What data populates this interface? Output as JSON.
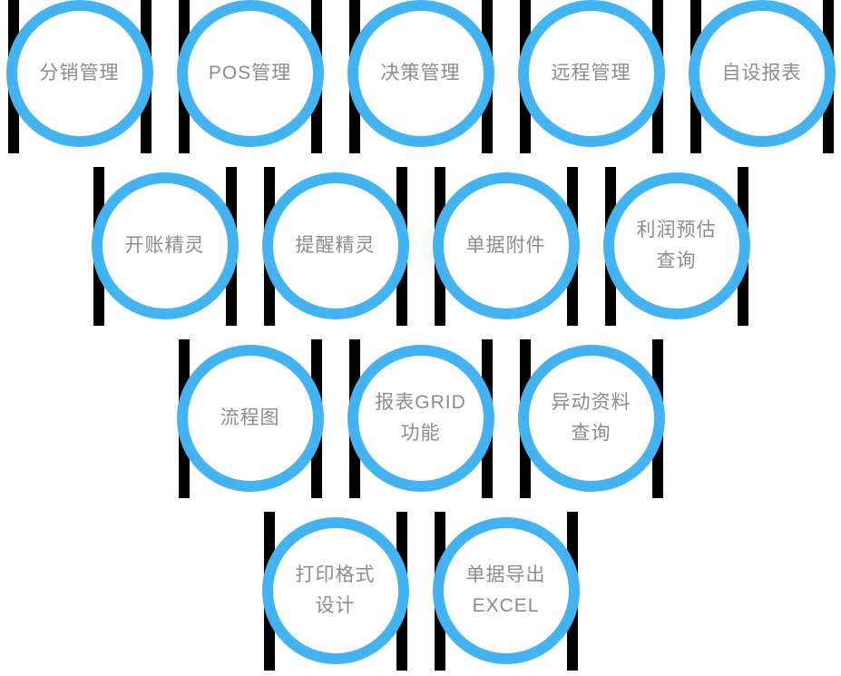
{
  "colors": {
    "ring": "#44b3f2",
    "bar": "#000000",
    "label": "#8c8c8c",
    "background": "#ffffff"
  },
  "rows": [
    {
      "items": [
        {
          "id": "distribution-management",
          "lines": [
            "分销管理"
          ]
        },
        {
          "id": "pos-management",
          "lines": [
            "POS管理"
          ]
        },
        {
          "id": "decision-management",
          "lines": [
            "决策管理"
          ]
        },
        {
          "id": "remote-management",
          "lines": [
            "远程管理"
          ]
        },
        {
          "id": "custom-reports",
          "lines": [
            "自设报表"
          ]
        }
      ]
    },
    {
      "items": [
        {
          "id": "account-opening-wizard",
          "lines": [
            "开账精灵"
          ]
        },
        {
          "id": "reminder-wizard",
          "lines": [
            "提醒精灵"
          ]
        },
        {
          "id": "document-attachments",
          "lines": [
            "单据附件"
          ]
        },
        {
          "id": "profit-forecast-query",
          "lines": [
            "利润预估",
            "查询"
          ]
        }
      ]
    },
    {
      "items": [
        {
          "id": "flow-chart",
          "lines": [
            "流程图"
          ]
        },
        {
          "id": "report-grid-function",
          "lines": [
            "报表GRID",
            "功能"
          ]
        },
        {
          "id": "change-data-query",
          "lines": [
            "异动资料",
            "查询"
          ]
        }
      ]
    },
    {
      "items": [
        {
          "id": "print-format-design",
          "lines": [
            "打印格式",
            "设计"
          ]
        },
        {
          "id": "document-export-excel",
          "lines": [
            "单据导出",
            "EXCEL"
          ]
        }
      ]
    }
  ]
}
